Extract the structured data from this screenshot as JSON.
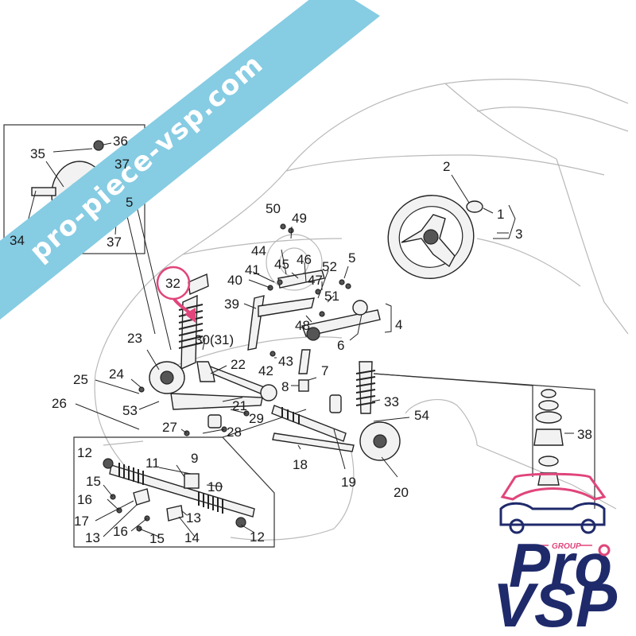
{
  "banner": {
    "text": "pro-piece-vsp.com",
    "color": "#86cce3"
  },
  "callout": {
    "label": "32",
    "color": "#e0457b"
  },
  "labels": {
    "l1": "1",
    "l2": "2",
    "l3": "3",
    "l4": "4",
    "l5": "5",
    "l5b": "5",
    "l6": "6",
    "l7": "7",
    "l8": "8",
    "l9": "9",
    "l10": "10",
    "l11": "11",
    "l12a": "12",
    "l12b": "12",
    "l13a": "13",
    "l13b": "13",
    "l14": "14",
    "l15a": "15",
    "l15b": "15",
    "l16a": "16",
    "l16b": "16",
    "l17": "17",
    "l18": "18",
    "l19": "19",
    "l20": "20",
    "l21": "21",
    "l22": "22",
    "l23": "23",
    "l24": "24",
    "l25": "25",
    "l26": "26",
    "l27": "27",
    "l28": "28",
    "l29": "29",
    "l30": "30(31)",
    "l33": "33",
    "l34": "34",
    "l35": "35",
    "l36": "36",
    "l37a": "37",
    "l37b": "37",
    "l38": "38",
    "l39": "39",
    "l40": "40",
    "l41": "41",
    "l42": "42",
    "l43": "43",
    "l44": "44",
    "l45": "45",
    "l46": "46",
    "l47": "47",
    "l48": "48",
    "l49": "49",
    "l50": "50",
    "l51": "51",
    "l52": "52",
    "l53": "53",
    "l54": "54"
  },
  "logo": {
    "group": "GROUP",
    "line1": "Pro",
    "line2": "VSP",
    "primary": "#1f2a6b",
    "accent": "#e0457b"
  }
}
